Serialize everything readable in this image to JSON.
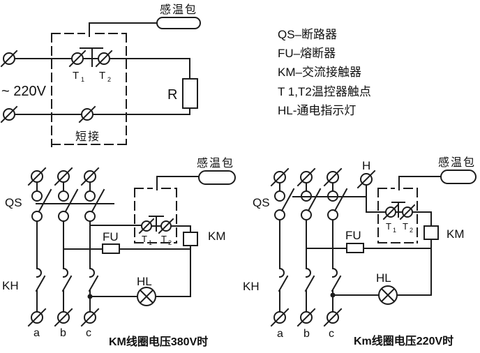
{
  "colors": {
    "line": "#1c1c1c",
    "background": "#ffffff"
  },
  "top_circuit": {
    "sensor_bulb": "感温包",
    "voltage": "~ 220V",
    "t1": "T",
    "t1_sub": "1",
    "t2": "T",
    "t2_sub": "2",
    "resistor": "R",
    "short_jumper": "短接"
  },
  "legend": {
    "items": [
      "QS–断路器",
      "FU–熔断器",
      "KM–交流接触器",
      "T 1,T2温控器触点",
      "HL-通电指示灯"
    ]
  },
  "left_circuit": {
    "breaker": "QS",
    "thermal_relay": "KH",
    "fuse": "FU",
    "contactor": "KM",
    "lamp": "HL",
    "sensor_bulb": "感温包",
    "t1": "T",
    "t1_sub": "1",
    "t2": "T",
    "t2_sub": "2",
    "phases": [
      "a",
      "b",
      "c"
    ],
    "caption": "KM线圈电压380V时"
  },
  "right_circuit": {
    "breaker": "QS",
    "thermal_relay": "KH",
    "fuse": "FU",
    "contactor": "KM",
    "lamp": "HL",
    "heater_terminal": "H",
    "sensor_bulb": "感温包",
    "t1": "T",
    "t1_sub": "1",
    "t2": "T",
    "t2_sub": "2",
    "phases": [
      "a",
      "b",
      "c"
    ],
    "caption": "Km线圈电压220V时"
  }
}
